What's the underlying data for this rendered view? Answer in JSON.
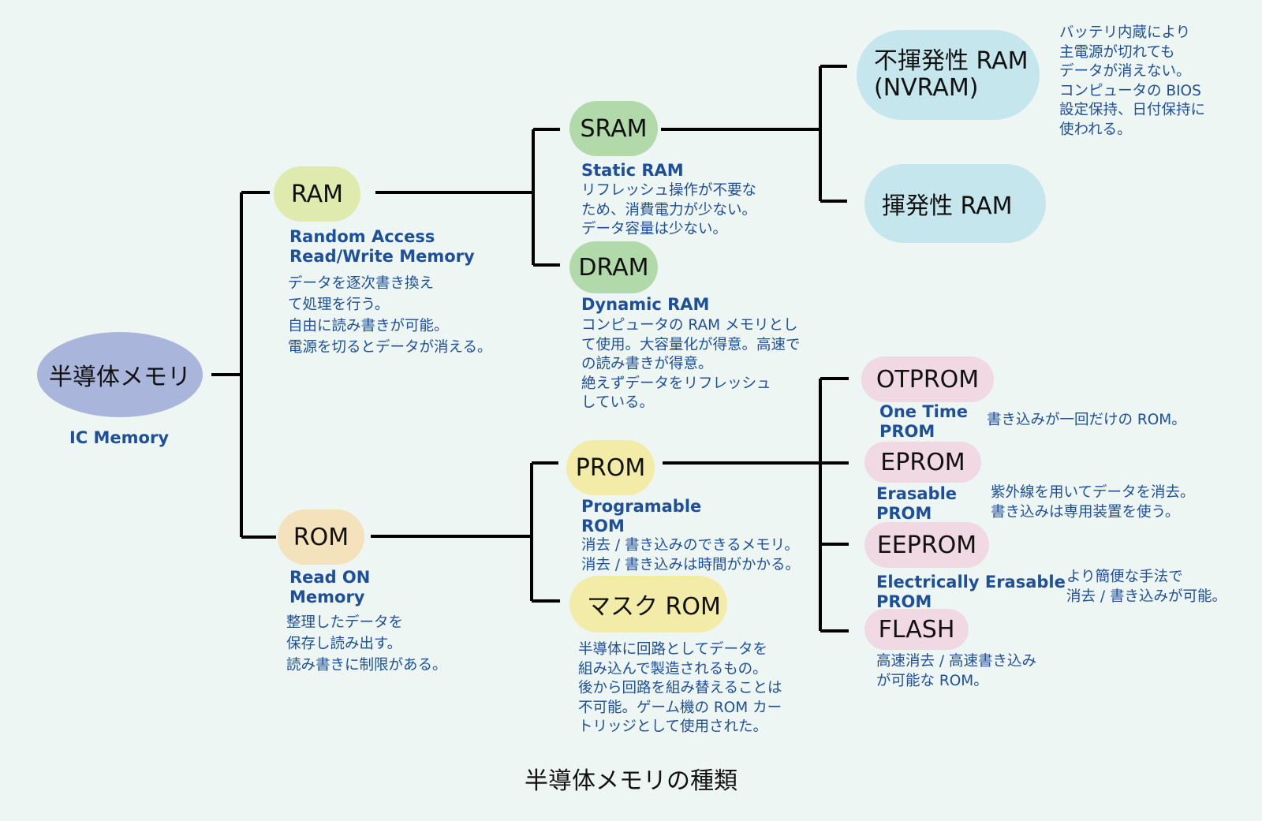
{
  "nodes": {
    "root": "半導体メモリ",
    "ram": "RAM",
    "rom": "ROM",
    "sram": "SRAM",
    "dram": "DRAM",
    "prom": "PROM",
    "mask_rom": "マスク ROM",
    "nvram": "不揮発性 RAM\n(NVRAM)",
    "volatile_ram": "揮発性 RAM",
    "otprom": "OTPROM",
    "eprom": "EPROM",
    "eeprom": "EEPROM",
    "flash": "FLASH"
  },
  "subtitles": {
    "root": "IC Memory",
    "ram": "Random Access\nRead/Write Memory",
    "rom": "Read ON\nMemory",
    "sram": "Static RAM",
    "dram": "Dynamic RAM",
    "prom": "Programable\nROM",
    "otprom": "One Time\nPROM",
    "eprom": "Erasable\nPROM",
    "eeprom": "Electrically Erasable\nPROM"
  },
  "descriptions": {
    "ram": "データを逐次書き換え\nて処理を行う。\n自由に読み書きが可能。\n電源を切るとデータが消える。",
    "rom": "整理したデータを\n保存し読み出す。\n読み書きに制限がある。",
    "sram": "リフレッシュ操作が不要な\nため、消費電力が少ない。\nデータ容量は少ない。",
    "dram": "コンピュータの RAM メモリとし\nて使用。大容量化が得意。高速で\nの読み書きが得意。\n絶えずデータをリフレッシュ\nしている。",
    "prom": "消去 / 書き込みのできるメモリ。\n消去 / 書き込みは時間がかかる。",
    "mask_rom": "半導体に回路としてデータを\n組み込んで製造されるもの。\n後から回路を組み替えることは\n不可能。ゲーム機の ROM カー\nトリッジとして使用された。",
    "nvram": "バッテリ内蔵により\n主電源が切れても\nデータが消えない。\nコンピュータの BIOS\n設定保持、日付保持に\n使われる。",
    "otprom": "書き込みが一回だけの ROM。",
    "eprom": "紫外線を用いてデータを消去。\n書き込みは専用装置を使う。",
    "eeprom": "より簡便な手法で\n消去 / 書き込みが可能。",
    "flash": "高速消去 / 高速書き込み\nが可能な ROM。"
  },
  "caption": "半導体メモリの種類",
  "colors": {
    "background": "#eef6f3",
    "root": "#a9b5db",
    "ram": "#dfeaae",
    "rom": "#f4e2bd",
    "sram_dram": "#b2d9a9",
    "prom_mask": "#f3eca8",
    "nvram": "#c4e6ec",
    "otp_family": "#f1d9e3",
    "text_blue": "#1e4f9a",
    "lines": "#000000"
  }
}
